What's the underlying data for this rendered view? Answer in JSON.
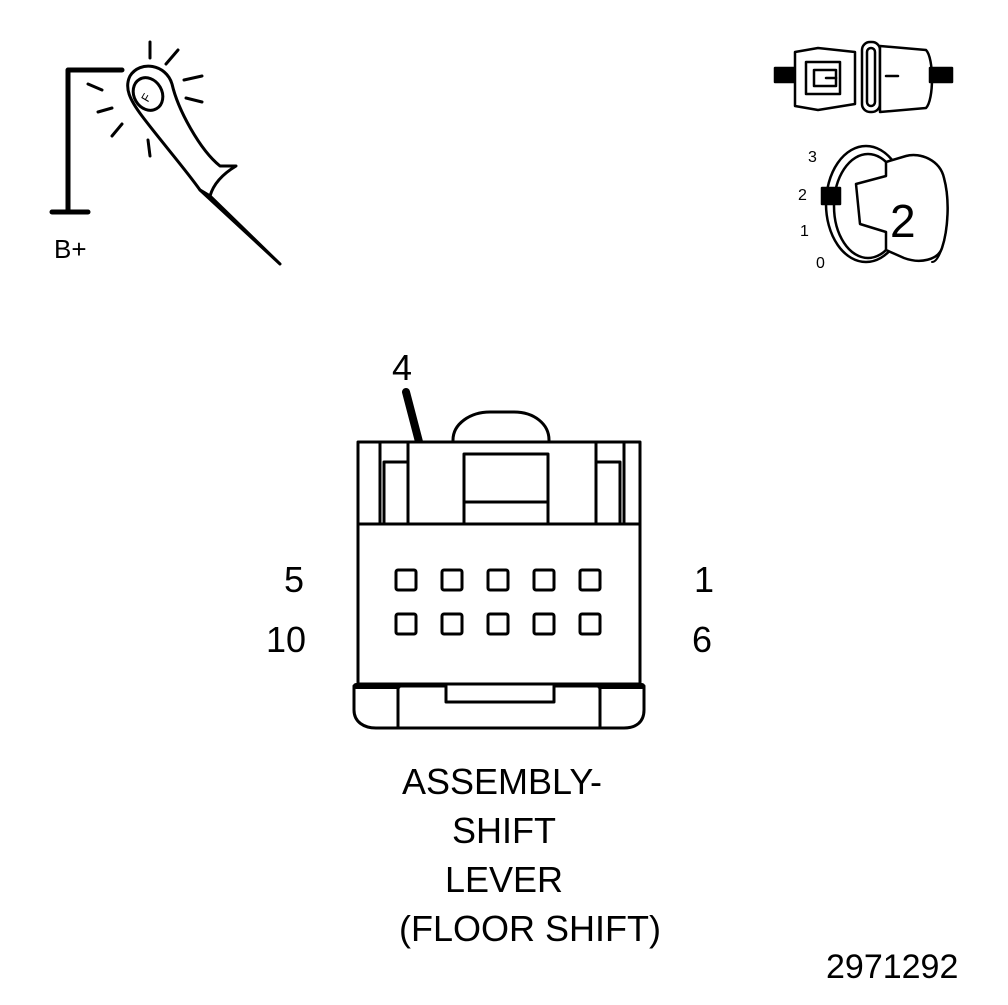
{
  "probe": {
    "supply_label": "B+"
  },
  "ignition": {
    "positions": [
      "3",
      "2",
      "1",
      "0"
    ],
    "selected": "2"
  },
  "connector": {
    "target_pin": "4",
    "corner_pins": {
      "top_left": "5",
      "top_right": "1",
      "bottom_left": "10",
      "bottom_right": "6"
    }
  },
  "caption": {
    "lines": [
      "ASSEMBLY-",
      "SHIFT",
      "LEVER",
      "(FLOOR SHIFT)"
    ]
  },
  "figure_id": "2971292"
}
